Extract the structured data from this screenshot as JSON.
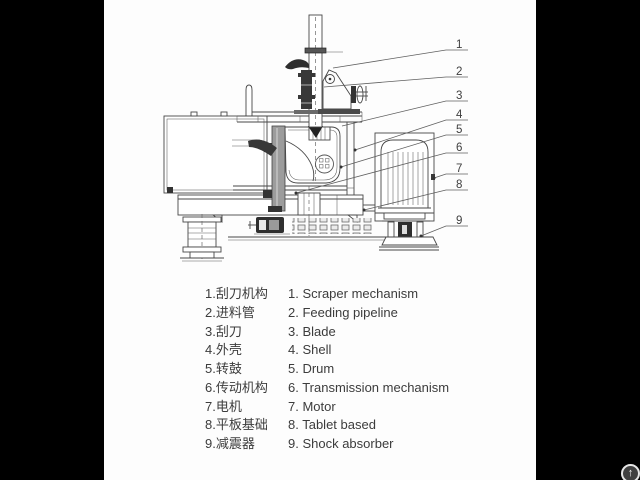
{
  "frame": {
    "background": "#000000",
    "panel_background": "#fdfdfd",
    "line_color": "#474747",
    "text_color": "#3c3c3c"
  },
  "diagram": {
    "parts": [
      {
        "number": "1"
      },
      {
        "number": "2"
      },
      {
        "number": "3"
      },
      {
        "number": "4"
      },
      {
        "number": "5"
      },
      {
        "number": "6"
      },
      {
        "number": "7"
      },
      {
        "number": "8"
      },
      {
        "number": "9"
      }
    ],
    "stamp": "logo-stamp"
  },
  "legend": {
    "items": [
      {
        "zh": "1.刮刀机构",
        "en": "1. Scraper mechanism"
      },
      {
        "zh": "2.进料管",
        "en": "2. Feeding pipeline"
      },
      {
        "zh": "3.刮刀",
        "en": "3. Blade"
      },
      {
        "zh": "4.外壳",
        "en": "4. Shell"
      },
      {
        "zh": "5.转鼓",
        "en": "5. Drum"
      },
      {
        "zh": "6.传动机构",
        "en": "6. Transmission mechanism"
      },
      {
        "zh": "7.电机",
        "en": "7. Motor"
      },
      {
        "zh": "8.平板基础",
        "en": "8. Tablet based"
      },
      {
        "zh": "9.减震器",
        "en": "9. Shock absorber"
      }
    ]
  },
  "icons": {
    "back_to_top": "↑"
  }
}
